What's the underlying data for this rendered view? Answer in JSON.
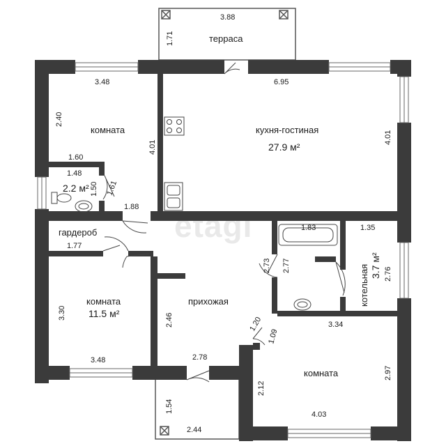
{
  "plan": {
    "watermark": "etagi",
    "rooms": {
      "terrace": {
        "name": "терраса"
      },
      "bedroom_top_left": {
        "name": "комната"
      },
      "kitchen_living": {
        "name": "кухня-гостиная",
        "area": "27.9 м²"
      },
      "bathroom_small": {
        "area": "2.2 м²"
      },
      "wardrobe": {
        "name": "гардероб"
      },
      "bedroom_left": {
        "name": "комната",
        "area": "11.5 м²"
      },
      "hallway": {
        "name": "прихожая"
      },
      "boiler_room": {
        "name": "котельная",
        "area": "3.7 м²"
      },
      "bedroom_bottom_right": {
        "name": "комната"
      }
    },
    "dimensions": {
      "terrace_width": "3.88",
      "terrace_depth": "1.71",
      "bedroom_tl_width": "3.48",
      "bedroom_tl_height": "2.40",
      "bedroom_tl_inner": "1.60",
      "bedroom_tl_right": "4.01",
      "kitchen_width": "6.95",
      "kitchen_height": "4.01",
      "bath_small_width": "1.48",
      "bath_small_height": "1.50",
      "bath_small_door": "1.61",
      "corridor_top": "1.88",
      "bathroom_width": "1.83",
      "boiler_width": "1.35",
      "boiler_height": "2.76",
      "bathroom_left": "2.77",
      "hall_door_diag": "2.73",
      "wardrobe_width": "1.77",
      "bedroom_left_height": "3.30",
      "bedroom_left_width": "3.48",
      "hall_left": "2.46",
      "hall_bottom": "2.78",
      "hall_diag_1": "1.20",
      "hall_diag_2": "1.09",
      "bedroom_br_width_top": "3.34",
      "bedroom_br_height": "2.97",
      "bedroom_br_left": "2.12",
      "bedroom_br_width_bottom": "4.03",
      "porch_depth": "1.54",
      "porch_width": "2.44"
    }
  }
}
